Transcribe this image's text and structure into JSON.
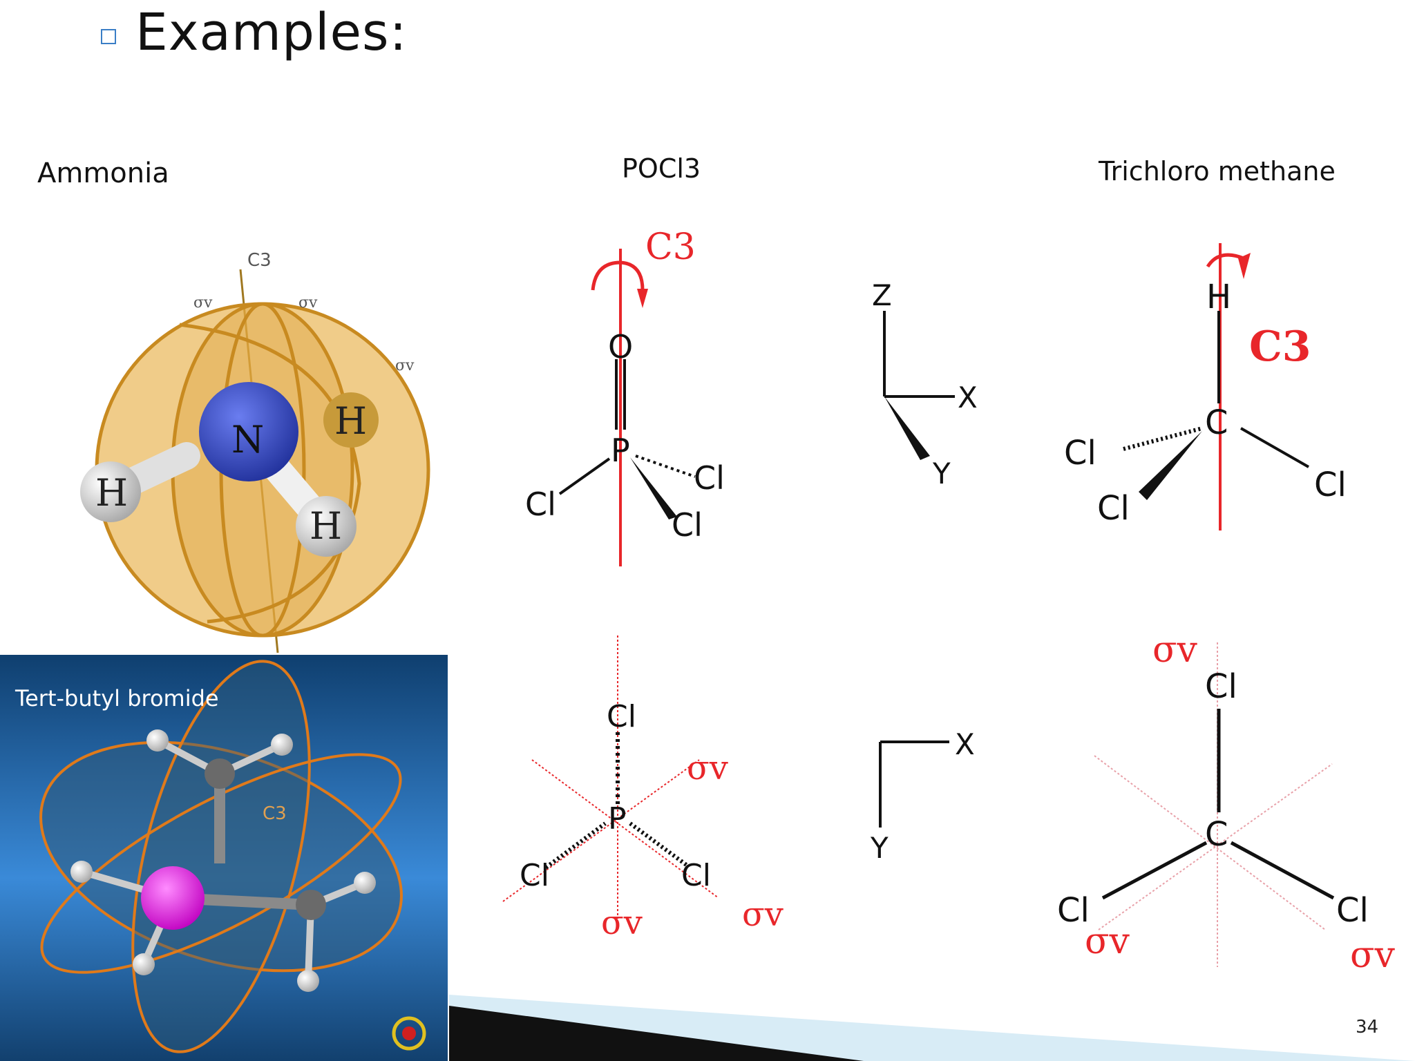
{
  "slide": {
    "title": "Examples:",
    "page_number": "34"
  },
  "molecules": {
    "ammonia": {
      "label": "Ammonia",
      "axis": "C3",
      "planes": [
        "σv",
        "σv",
        "σv"
      ],
      "atoms": [
        "N",
        "H",
        "H",
        "H"
      ]
    },
    "pocl3": {
      "label": "POCl3",
      "axis": "C3",
      "top_atoms": [
        "O",
        "P",
        "Cl",
        "Cl",
        "Cl"
      ],
      "bottom_atoms": [
        "Cl",
        "P",
        "Cl",
        "Cl"
      ],
      "planes": [
        "σv",
        "σv",
        "σv"
      ]
    },
    "axes_top": {
      "z": "Z",
      "x": "X",
      "y": "Y"
    },
    "axes_bottom": {
      "x": "X",
      "y": "Y"
    },
    "trichloromethane": {
      "label": "Trichloro methane",
      "axis": "C3",
      "top_atoms": [
        "H",
        "C",
        "Cl",
        "Cl",
        "Cl"
      ],
      "bottom_atoms": [
        "Cl",
        "C",
        "Cl",
        "Cl"
      ],
      "planes": [
        "σv",
        "σv",
        "σv"
      ]
    },
    "tert_butyl_bromide": {
      "label": "Tert-butyl bromide",
      "axis": "C3"
    }
  },
  "colors": {
    "accent_red": "#e8262a",
    "orange_shell": "#e0a030",
    "panel_blue": "#1f5f98",
    "bullet_blue": "#3a7ec6"
  }
}
